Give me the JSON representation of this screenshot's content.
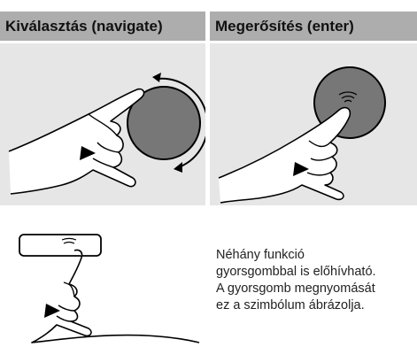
{
  "headers": {
    "navigate": "Kiválasztás (navigate)",
    "enter": "Megerősítés (enter)"
  },
  "note": {
    "lines": [
      "Néhány funkció",
      "gyorsgombbal is előhívható.",
      "A gyorsgomb megnyomását",
      "ez a szimbólum ábrázolja."
    ]
  },
  "colors": {
    "header_bg": "#adadad",
    "panel_bg": "#e6e6e6",
    "knob": "#777777"
  },
  "icons": [
    "hand-turning-knob-icon",
    "hand-pressing-knob-icon",
    "hand-pressing-button-icon"
  ]
}
